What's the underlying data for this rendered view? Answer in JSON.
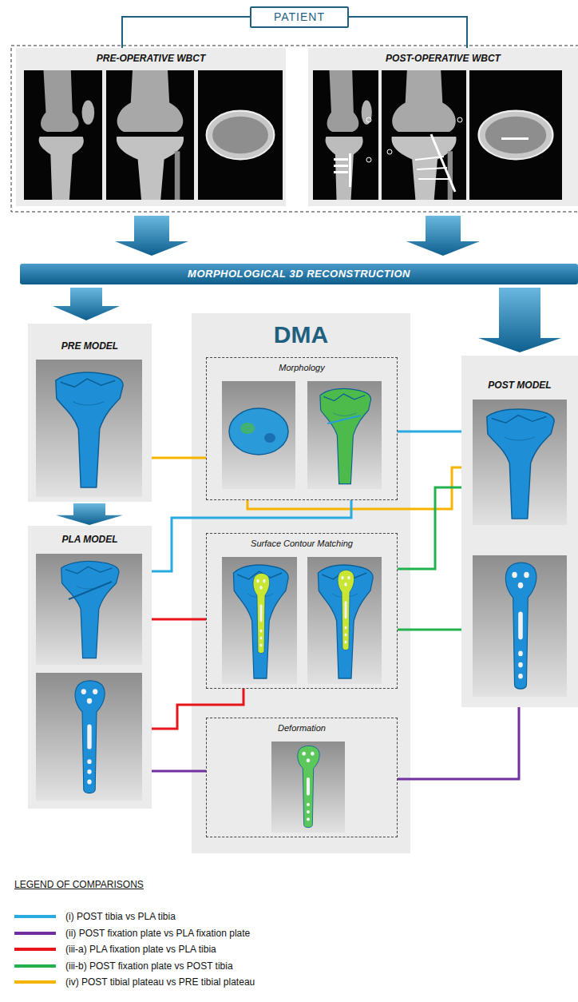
{
  "diagram": {
    "nodes": [
      {
        "text": [
          "PATIENT"
        ]
      },
      {
        "text": [
          "PRE-OPERATIVE WBCT"
        ]
      },
      {
        "text": [
          "POST-OPERATIVE WBCT"
        ]
      },
      {
        "text": [
          "MORPHOLOGICAL 3D RECONSTRUCTION"
        ]
      },
      {
        "text": [
          "PRE MODEL"
        ]
      },
      {
        "text": [
          "PLA MODEL"
        ]
      },
      {
        "text": [
          "DMA"
        ]
      },
      {
        "text": [
          "Morphology"
        ],
        "in": 6
      },
      {
        "text": [
          "Surface Contour Matching"
        ],
        "in": 6
      },
      {
        "text": [
          "Deformation"
        ],
        "in": 6
      },
      {
        "text": [
          "POST MODEL"
        ]
      }
    ],
    "edges": [
      {
        "from": 0,
        "to": 1,
        "arrow": "none"
      },
      {
        "from": 0,
        "to": 2,
        "arrow": "none"
      },
      {
        "from": 1,
        "to": 3,
        "arrow": "to"
      },
      {
        "from": 2,
        "to": 3,
        "arrow": "to"
      },
      {
        "from": 3,
        "to": 4,
        "arrow": "to"
      },
      {
        "from": 3,
        "to": 10,
        "arrow": "to"
      },
      {
        "from": 4,
        "to": 5,
        "arrow": "to"
      },
      {
        "from": 4,
        "to": 7,
        "arrow": "none"
      },
      {
        "from": 10,
        "to": 7,
        "arrow": "none"
      },
      {
        "from": 10,
        "to": 7,
        "arrow": "none"
      },
      {
        "from": 5,
        "to": 7,
        "arrow": "none"
      },
      {
        "from": 5,
        "to": 8,
        "arrow": "none"
      },
      {
        "from": 5,
        "to": 8,
        "arrow": "none"
      },
      {
        "from": 10,
        "to": 8,
        "arrow": "none"
      },
      {
        "from": 10,
        "to": 8,
        "arrow": "none"
      },
      {
        "from": 5,
        "to": 9,
        "arrow": "none"
      },
      {
        "from": 10,
        "to": 9,
        "arrow": "none"
      }
    ],
    "labels": [
      "LEGEND OF COMPARISONS"
    ],
    "legend": [
      {
        "text": "(i) POST tibia vs PLA tibia",
        "color": "#29abe2"
      },
      {
        "text": "(ii) POST fixation plate vs PLA fixation plate",
        "color": "#7030a0"
      },
      {
        "text": "(iii-a) PLA fixation plate vs PLA tibia",
        "color": "#e8141b"
      },
      {
        "text": "(iii-b) POST fixation plate vs POST tibia",
        "color": "#22b14c"
      },
      {
        "text": "(iv) POST tibial plateau vs PRE tibial plateau",
        "color": "#f5b400"
      }
    ]
  }
}
